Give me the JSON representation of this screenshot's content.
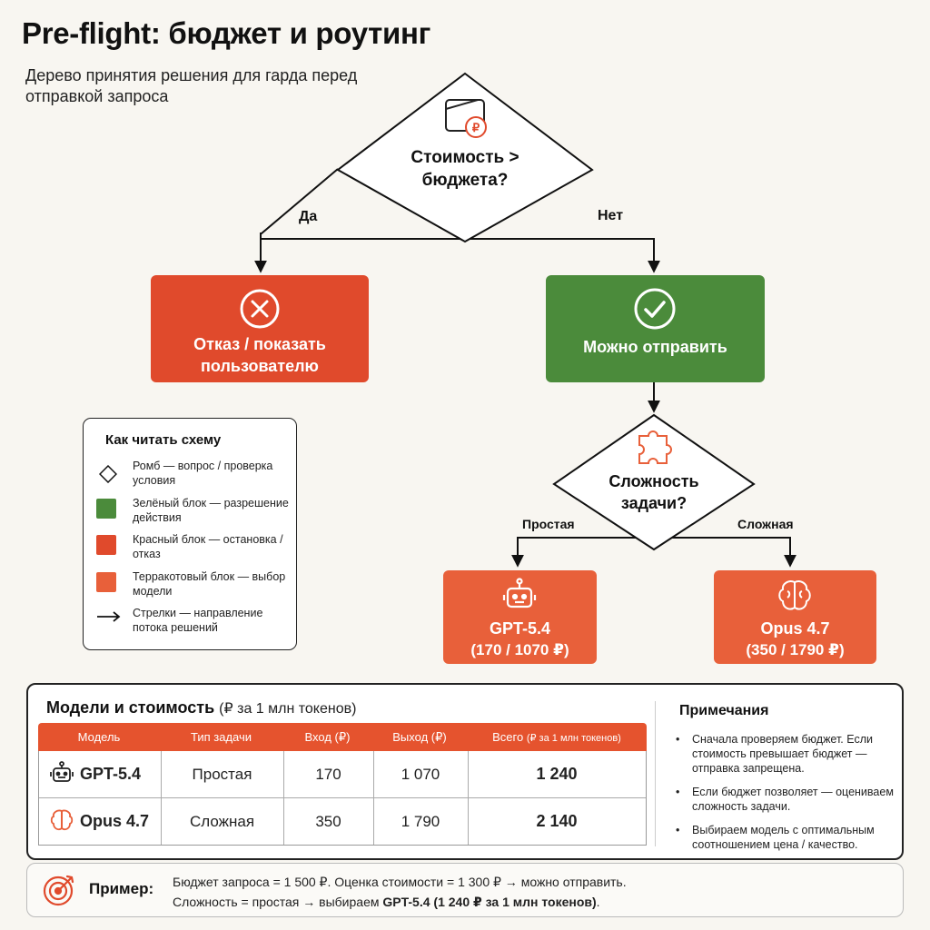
{
  "title": "Pre-flight: бюджет и роутинг",
  "subtitle": "Дерево принятия решения для гарда перед отправкой запроса",
  "colors": {
    "red": "#e04a2c",
    "green": "#4b8b3b",
    "terracotta": "#e8603a",
    "ink": "#111111"
  },
  "decision_cost": {
    "line1": "Стоимость >",
    "line2": "бюджета?",
    "icon": "wallet-ruble-icon"
  },
  "branch_yes": "Да",
  "branch_no": "Нет",
  "reject": {
    "line1": "Отказ / показать",
    "line2": "пользователю",
    "icon": "x-circle-icon"
  },
  "allow": {
    "label": "Можно отправить",
    "icon": "check-circle-icon"
  },
  "decision_complexity": {
    "line1": "Сложность",
    "line2": "задачи?",
    "icon": "puzzle-icon"
  },
  "branch_simple": "Простая",
  "branch_complex": "Сложная",
  "model_simple": {
    "name": "GPT-5.4",
    "price": "(170 / 1070 ₽)",
    "icon": "robot-icon"
  },
  "model_complex": {
    "name": "Opus 4.7",
    "price": "(350 / 1790 ₽)",
    "icon": "brain-icon"
  },
  "legend": {
    "title": "Как читать схему",
    "items": [
      {
        "label": "Ромб — вопрос / проверка условия"
      },
      {
        "label": "Зелёный блок — разрешение действия"
      },
      {
        "label": "Красный блок — остановка / отказ"
      },
      {
        "label": "Терракотовый блок — выбор модели"
      },
      {
        "label": "Стрелки — направление потока решений"
      }
    ]
  },
  "table": {
    "title": "Модели и стоимость",
    "subtitle": "(₽ за 1 млн токенов)",
    "headers": [
      "Модель",
      "Тип задачи",
      "Вход (₽)",
      "Выход (₽)",
      "Всего"
    ],
    "total_note": "(₽ за 1 млн токенов)",
    "rows": [
      {
        "model": "GPT-5.4",
        "type": "Простая",
        "input": "170",
        "output": "1 070",
        "total": "1 240",
        "icon": "robot-icon"
      },
      {
        "model": "Opus 4.7",
        "type": "Сложная",
        "input": "350",
        "output": "1 790",
        "total": "2 140",
        "icon": "brain-icon"
      }
    ]
  },
  "notes": {
    "title": "Примечания",
    "items": [
      "Сначала проверяем бюджет. Если стоимость превышает бюджет — отправка запрещена.",
      "Если бюджет позволяет — оцениваем сложность задачи.",
      "Выбираем модель с оптимальным соотношением цена / качество."
    ]
  },
  "example": {
    "title": "Пример:",
    "line1": "Бюджет запроса = 1 500 ₽. Оценка стоимости = 1 300 ₽ → можно отправить.",
    "line2_prefix": "Сложность = простая → выбираем ",
    "line2_bold": "GPT-5.4 (1 240 ₽ за 1 млн токенов)",
    "line2_suffix": ".",
    "icon": "target-icon"
  }
}
